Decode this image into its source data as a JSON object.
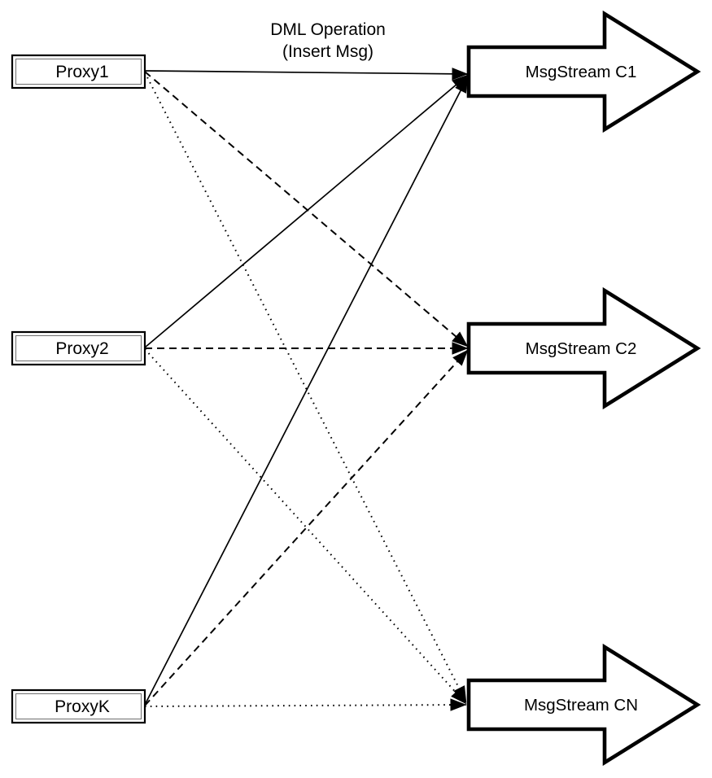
{
  "diagram": {
    "annotation": {
      "line1": "DML Operation",
      "line2": "(Insert Msg)"
    },
    "nodes": {
      "proxies": [
        {
          "id": "proxy1",
          "label": "Proxy1"
        },
        {
          "id": "proxy2",
          "label": "Proxy2"
        },
        {
          "id": "proxyk",
          "label": "ProxyK"
        }
      ],
      "streams": [
        {
          "id": "c1",
          "label": "MsgStream C1"
        },
        {
          "id": "c2",
          "label": "MsgStream C2"
        },
        {
          "id": "cn",
          "label": "MsgStream CN"
        }
      ]
    },
    "edges": [
      {
        "from": "proxy1",
        "to": "c1",
        "style": "solid"
      },
      {
        "from": "proxy1",
        "to": "c2",
        "style": "dashed"
      },
      {
        "from": "proxy1",
        "to": "cn",
        "style": "dotted"
      },
      {
        "from": "proxy2",
        "to": "c1",
        "style": "solid"
      },
      {
        "from": "proxy2",
        "to": "c2",
        "style": "dashed"
      },
      {
        "from": "proxy2",
        "to": "cn",
        "style": "dotted"
      },
      {
        "from": "proxyk",
        "to": "c1",
        "style": "solid"
      },
      {
        "from": "proxyk",
        "to": "c2",
        "style": "dashed"
      },
      {
        "from": "proxyk",
        "to": "cn",
        "style": "dotted"
      }
    ],
    "colors": {
      "stroke": "#000000",
      "fill": "#ffffff",
      "background": "#ffffff"
    }
  }
}
